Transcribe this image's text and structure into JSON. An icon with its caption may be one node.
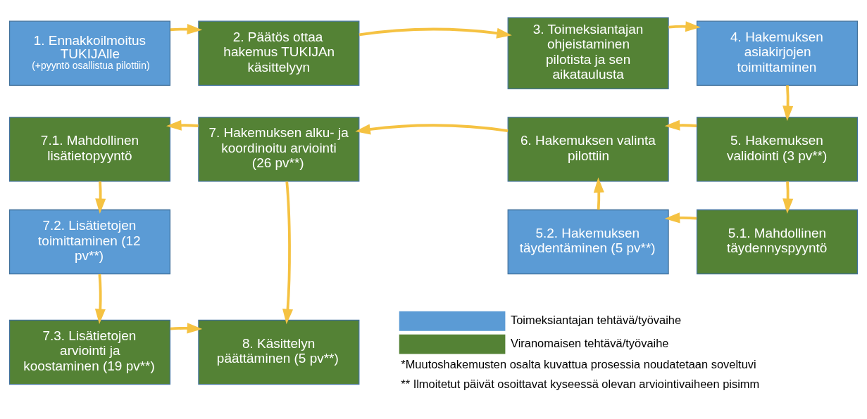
{
  "diagram": {
    "nodes": [
      {
        "text": [
          "1. Ennakkoilmoitus TUKIJAlle",
          "(+pyyntö osallistua pilottiin)"
        ]
      },
      {
        "text": [
          "2. Päätös ottaa hakemus TUKIJAn käsittelyyn"
        ]
      },
      {
        "text": [
          "3. Toimeksiantajan ohjeistaminen pilotista ja sen aikataulusta"
        ]
      },
      {
        "text": [
          "4. Hakemuksen asiakirjojen toimittaminen"
        ]
      },
      {
        "text": [
          "5. Hakemuksen validointi (3 pv**)"
        ]
      },
      {
        "text": [
          "6. Hakemuksen valinta pilottiin"
        ]
      },
      {
        "text": [
          "7. Hakemuksen alku- ja koordinoitu arviointi (26 pv**)"
        ]
      },
      {
        "text": [
          "7.1. Mahdollinen lisätietopyyntö"
        ]
      },
      {
        "text": [
          "5.1. Mahdollinen täydennyspyyntö"
        ]
      },
      {
        "text": [
          "5.2. Hakemuksen täydentäminen (5 pv**)"
        ]
      },
      {
        "text": [
          "7.2. Lisätietojen toimittaminen (12 pv**)"
        ]
      },
      {
        "text": [
          "7.3. Lisätietojen arviointi ja koostaminen (19 pv**)"
        ]
      },
      {
        "text": [
          "8. Käsittelyn päättäminen (5 pv**)"
        ]
      }
    ],
    "edges": [
      {
        "from": 0,
        "to": 1,
        "arrow": "to"
      },
      {
        "from": 1,
        "to": 2,
        "arrow": "to"
      },
      {
        "from": 2,
        "to": 3,
        "arrow": "to"
      },
      {
        "from": 3,
        "to": 4,
        "arrow": "to"
      },
      {
        "from": 4,
        "to": 5,
        "arrow": "to"
      },
      {
        "from": 5,
        "to": 6,
        "arrow": "to"
      },
      {
        "from": 6,
        "to": 7,
        "arrow": "to"
      },
      {
        "from": 4,
        "to": 8,
        "arrow": "to"
      },
      {
        "from": 8,
        "to": 9,
        "arrow": "to"
      },
      {
        "from": 9,
        "to": 5,
        "arrow": "to"
      },
      {
        "from": 7,
        "to": 10,
        "arrow": "to"
      },
      {
        "from": 10,
        "to": 11,
        "arrow": "to"
      },
      {
        "from": 11,
        "to": 12,
        "arrow": "to"
      },
      {
        "from": 6,
        "to": 12,
        "arrow": "to"
      }
    ],
    "labels": [
      "*Muutoshakemusten osalta kuvattua prosessia noudatetaan soveltuvi",
      "** Ilmoitetut päivät osoittavat kyseessä olevan arviointivaiheen pisimm"
    ],
    "legend": [
      {
        "text": "Toimeksiantajan tehtävä/työvaihe",
        "color": "#5b9bd5"
      },
      {
        "text": "Viranomaisen tehtävä/työvaihe",
        "color": "#548235"
      }
    ]
  }
}
